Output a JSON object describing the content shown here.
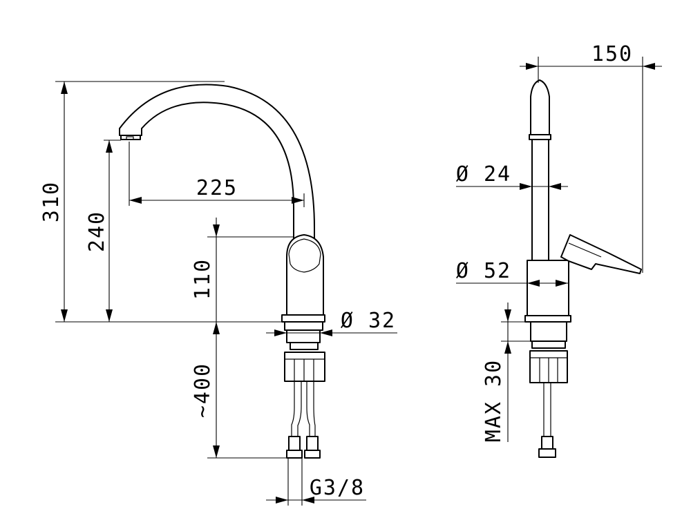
{
  "dimensions": {
    "height_total": "310",
    "height_outlet": "240",
    "reach": "225",
    "lever_height": "110",
    "base_diameter": "Ø 32",
    "hose_length": "~400",
    "thread": "G3/8",
    "width_side": "150",
    "spout_diameter": "Ø 24",
    "body_diameter": "Ø 52",
    "max_deck": "MAX 30"
  }
}
